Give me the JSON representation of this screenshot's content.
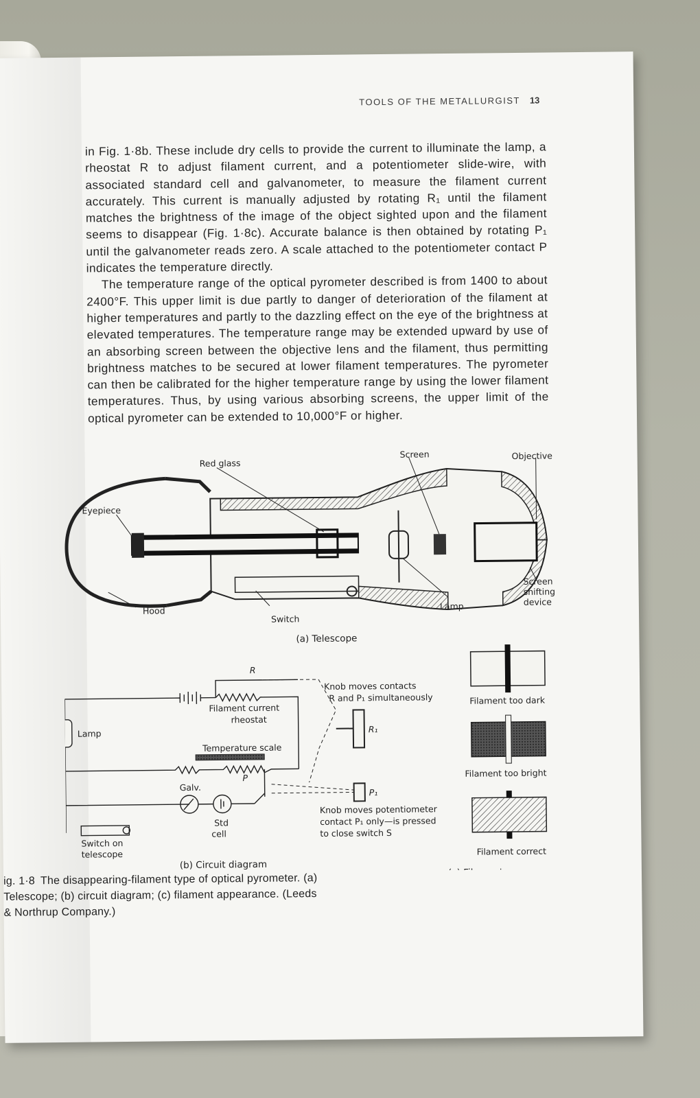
{
  "running_head": {
    "title": "TOOLS OF THE METALLURGIST",
    "page_number": "13"
  },
  "body": {
    "paragraph_1": "in Fig. 1·8b. These include dry cells to provide the current to illuminate the lamp, a rheostat R to adjust filament current, and a potentiometer slide-wire, with associated standard cell and galvanometer, to measure the filament current accurately. This current is manually adjusted by rotating R₁ until the filament matches the brightness of the image of the object sighted upon and the filament seems to disappear (Fig. 1·8c). Accurate balance is then obtained by rotating P₁ until the galvanometer reads zero. A scale attached to the potentiometer contact P indicates the temperature directly.",
    "paragraph_2": "The temperature range of the optical pyrometer described is from 1400 to about 2400°F. This upper limit is due partly to danger of deterioration of the filament at higher temperatures and partly to the dazzling effect on the eye of the brightness at elevated temperatures. The temperature range may be extended upward by use of an absorbing screen between the objective lens and the filament, thus permitting brightness matches to be secured at lower filament temperatures. The pyrometer can then be calibrated for the higher temperature range by using the lower filament temperatures. Thus, by using various absorbing screens, the upper limit of the optical pyrometer can be extended to 10,000°F or higher."
  },
  "figure": {
    "telescope": {
      "labels": {
        "red_glass": "Red glass",
        "screen": "Screen",
        "objective": "Objective",
        "eyepiece": "Eyepiece",
        "hood": "Hood",
        "switch": "Switch",
        "lamp": "Lamp",
        "screen_shift_1": "Screen",
        "screen_shift_2": "shifting",
        "screen_shift_3": "device"
      },
      "caption": "(a) Telescope"
    },
    "circuit": {
      "labels": {
        "r": "R",
        "knob_contacts_1": "Knob moves contacts",
        "knob_contacts_2": "R and P₁ simultaneously",
        "filament_current_1": "Filament current",
        "filament_current_2": "rheostat",
        "lamp": "Lamp",
        "r1": "R₁",
        "temperature_scale": "Temperature scale",
        "p": "P",
        "galv": "Galv.",
        "p1": "P₁",
        "std_1": "Std",
        "std_2": "cell",
        "knob_pot_1": "Knob moves potentiometer",
        "knob_pot_2": "contact P₁ only—is pressed",
        "knob_pot_3": "to close switch S",
        "switch_1": "Switch on",
        "switch_2": "telescope"
      },
      "caption": "(b) Circuit diagram"
    },
    "appearance": {
      "labels": {
        "too_dark": "Filament too dark",
        "too_bright": "Filament too bright",
        "correct": "Filament correct"
      },
      "caption": "(c) Filament appearance"
    },
    "caption": {
      "number": "ig. 1·8",
      "text": "The disappearing-filament type of optical pyrometer. (a) Telescope; (b) circuit diagram; (c) filament appearance. (Leeds & Northrup Company.)"
    }
  }
}
